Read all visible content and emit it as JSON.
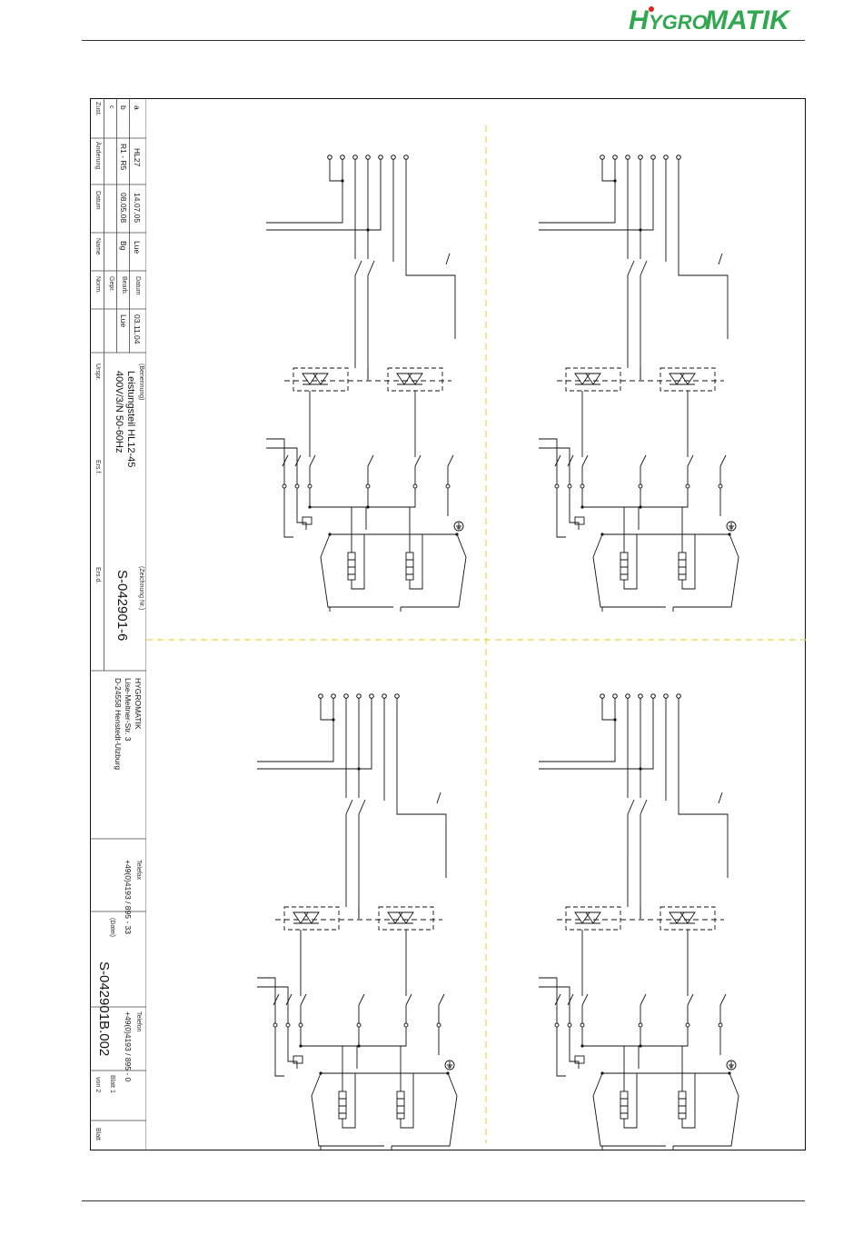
{
  "logo": {
    "text": "HYGROMATIK",
    "prefix": "H",
    "middle": "YGRO",
    "suffix": "MATIK",
    "dot_color": "#e2231a",
    "brand_color": "#2fa84f"
  },
  "revisions": {
    "header": {
      "index": "Zust.",
      "change": "Änderung",
      "date": "Datum",
      "name": "Name"
    },
    "rows": [
      {
        "index": "a",
        "change": "HL27",
        "date": "14.07.05",
        "name": "Lue"
      },
      {
        "index": "b",
        "change": "R1 - R5",
        "date": "08.05.08",
        "name": "Bg"
      },
      {
        "index": "c",
        "change": "",
        "date": "",
        "name": ""
      }
    ]
  },
  "approvals": {
    "labels": {
      "date": "Datum",
      "edited": "Bearb.",
      "checked": "Gepr.",
      "norm": "Norm."
    },
    "date": "03.11.04",
    "edited_by": "Lue"
  },
  "designation": {
    "label": "(Benennung)",
    "line1": "Leistungsteil HL12-45",
    "line2": "400V/3/N 50-60Hz"
  },
  "origin": {
    "urspr": "Urspr.",
    "ers_f": "Ers.f.",
    "ers_d": "Ers.d."
  },
  "drawing_no": {
    "label": "(Zeichnung Nr.)",
    "value": "S-042901-6"
  },
  "company": {
    "name": "HYGROMATIK",
    "street": "Lise-Meitner-Str. 3",
    "city": "D-24558 Henstedt-Ulzburg"
  },
  "fax": {
    "label": "Telefax",
    "value": "+49(0)4193 / 895 - 33"
  },
  "file": {
    "label": "(Datei)",
    "value": "S-042901B.002"
  },
  "phone": {
    "label": "Telefon",
    "value": "+49(0)4193 / 895 - 0"
  },
  "sheet": {
    "of_label": "Blatt 1",
    "total_label": "von 2",
    "label": "Blatt"
  },
  "colors": {
    "ink": "#111111",
    "divider": "#e8d44a"
  }
}
